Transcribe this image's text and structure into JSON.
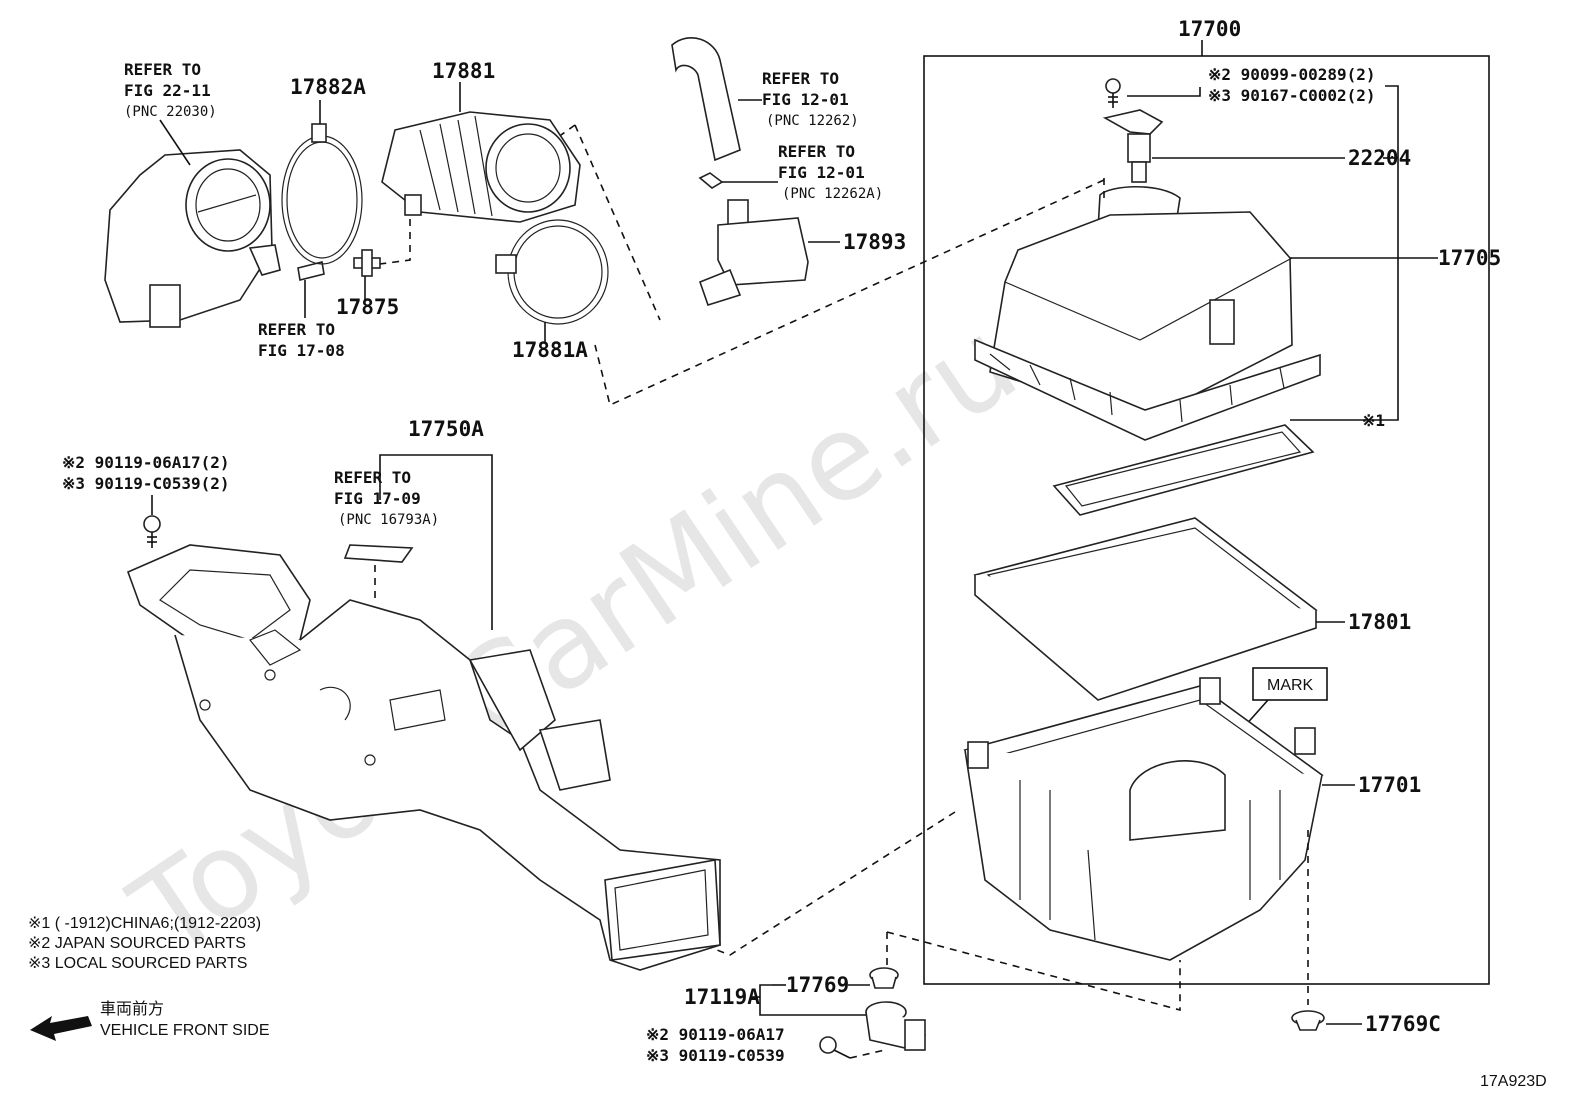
{
  "watermark": "ToyotaCarMine.ru",
  "diagram_id": "17A923D",
  "labels": {
    "p17700": "17700",
    "p17705": "17705",
    "p22204": "22204",
    "p17801": "17801",
    "p17701": "17701",
    "p17881": "17881",
    "p17882a": "17882A",
    "p17875": "17875",
    "p17881a": "17881A",
    "p17893": "17893",
    "p17750a": "17750A",
    "p17769": "17769",
    "p17769c": "17769C",
    "p17119a": "17119A",
    "mark": "MARK",
    "star1": "※1"
  },
  "bolt_refs": {
    "top_a": "※2 90099-00289(2)",
    "top_b": "※3 90167-C0002(2)",
    "left_a": "※2 90119-06A17(2)",
    "left_b": "※3 90119-C0539(2)",
    "bottom_a": "※2 90119-06A17",
    "bottom_b": "※3 90119-C0539"
  },
  "refer_notes": {
    "throttle": [
      "REFER TO",
      "FIG 22-11",
      "(PNC 22030)"
    ],
    "hose": [
      "REFER TO",
      "FIG 17-08"
    ],
    "pipe_1": [
      "REFER TO",
      "FIG 12-01",
      "(PNC 12262)"
    ],
    "pipe_2": [
      "REFER TO",
      "FIG 12-01",
      "(PNC 12262A)"
    ],
    "label_sheet": [
      "REFER TO",
      "FIG 17-09",
      "(PNC 16793A)"
    ]
  },
  "footnotes": [
    "※1 (    -1912)CHINA6;(1912-2203)",
    "※2  JAPAN SOURCED PARTS",
    "※3  LOCAL SOURCED PARTS"
  ],
  "direction": {
    "jp": "車両前方",
    "en": "VEHICLE FRONT SIDE",
    "icon": "arrow-left-icon"
  }
}
